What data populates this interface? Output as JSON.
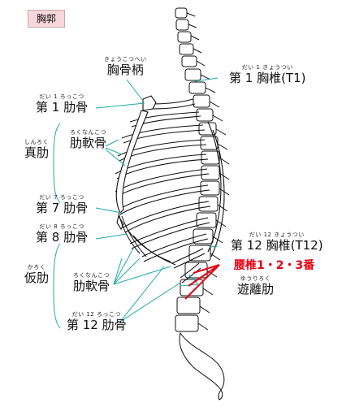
{
  "title_tag": "胸郭",
  "labels": {
    "sternum": {
      "ruby": "きょうこつへい",
      "text": "胸骨柄"
    },
    "t1": {
      "ruby": "だい 1 きょうつい",
      "text": "第 1 胸椎(T1)"
    },
    "rib1": {
      "ruby": "だい 1 ろっこつ",
      "text": "第 1 肋骨"
    },
    "cart1": {
      "ruby": "ろくなんこつ",
      "text": "肋軟骨"
    },
    "true_ribs": {
      "ruby": "しんろく",
      "text": "真肋"
    },
    "rib7": {
      "ruby": "だい 7 ろっこつ",
      "text": "第 7 肋骨"
    },
    "rib8": {
      "ruby": "だい 8 ろっこつ",
      "text": "第 8 肋骨"
    },
    "t12": {
      "ruby": "だい 12 きょうつい",
      "text": "第 12 胸椎(T12)"
    },
    "lumbar": {
      "text": "腰椎1・2・3番"
    },
    "false_ribs": {
      "ruby": "かろく",
      "text": "仮肋"
    },
    "cart2": {
      "ruby": "ろくなんこつ",
      "text": "肋軟骨"
    },
    "floating": {
      "ruby": "ゆうりろく",
      "text": "遊離肋"
    },
    "rib12": {
      "ruby": "だい 12 ろっこつ",
      "text": "第 12 肋骨"
    }
  },
  "colors": {
    "leader": "#1fa9a9",
    "bone": "#ffffff",
    "outline": "#111111",
    "accent": "#e60012",
    "tag_bg": "#f7d7dc"
  }
}
